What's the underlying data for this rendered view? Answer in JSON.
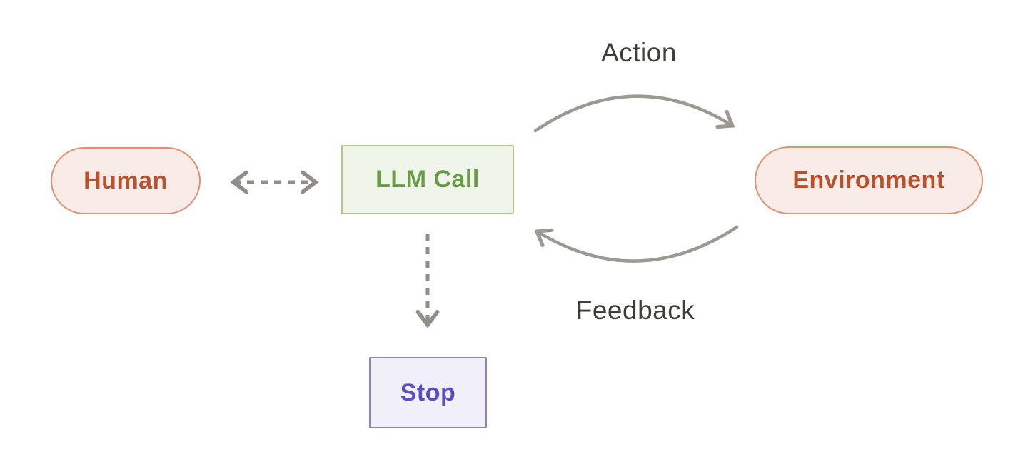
{
  "diagram": {
    "description": "Agent loop diagram: LLM call interacting with human and environment",
    "nodes": [
      {
        "id": "human",
        "label": "Human",
        "shape": "pill",
        "text_color": "#b55231",
        "bg": "#f9ece6",
        "border": "#dd9175"
      },
      {
        "id": "llm-call",
        "label": "LLM Call",
        "shape": "rect",
        "text_color": "#6b9b46",
        "bg": "#eff5e9",
        "border": "#a9ca8c"
      },
      {
        "id": "environment",
        "label": "Environment",
        "shape": "pill",
        "text_color": "#b55231",
        "bg": "#f9ece6",
        "border": "#dd9175"
      },
      {
        "id": "stop",
        "label": "Stop",
        "shape": "rect",
        "text_color": "#5b50bf",
        "bg": "#f1f0f9",
        "border": "#8b81d1"
      }
    ],
    "edges": [
      {
        "id": "human-llm",
        "from": "human",
        "to": "llm-call",
        "style": "dashed",
        "direction": "both",
        "label": ""
      },
      {
        "id": "llm-env-action",
        "from": "llm-call",
        "to": "environment",
        "style": "solid-curve",
        "direction": "forward",
        "label": "Action"
      },
      {
        "id": "env-llm-feedback",
        "from": "environment",
        "to": "llm-call",
        "style": "solid-curve",
        "direction": "forward",
        "label": "Feedback"
      },
      {
        "id": "llm-stop",
        "from": "llm-call",
        "to": "stop",
        "style": "dashed",
        "direction": "forward",
        "label": ""
      }
    ],
    "labels": {
      "action": "Action",
      "feedback": "Feedback"
    },
    "colors": {
      "background": "#ffffff",
      "arrow_gray": "#9a9992",
      "dash_gray": "#8f8e88",
      "label_text": "#3e3e3b"
    }
  }
}
